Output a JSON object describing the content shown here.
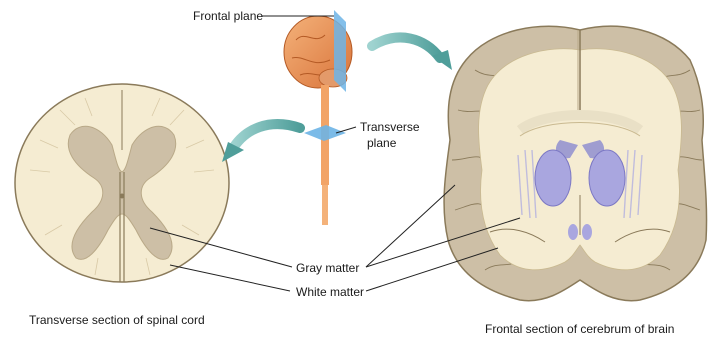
{
  "labels": {
    "frontal_plane": "Frontal plane",
    "transverse_plane_line1": "Transverse",
    "transverse_plane_line2": "plane",
    "gray_matter": "Gray matter",
    "white_matter": "White matter"
  },
  "captions": {
    "spinal_cord": "Transverse section of spinal cord",
    "cerebrum": "Frontal section of cerebrum of brain"
  },
  "colors": {
    "white_matter": "#f5ecd2",
    "gray_matter": "#cdbfa6",
    "cortex_outline": "#8a7a5a",
    "brain_orange": "#e88a4a",
    "plane_blue": "#6db4e6",
    "arrow_teal": "#6fb3b0",
    "ventricle_purple": "#8f8fd0"
  }
}
